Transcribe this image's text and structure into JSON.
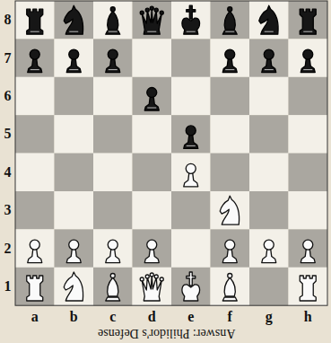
{
  "diagram": {
    "labels": [
      "8",
      "7",
      "6",
      "5",
      "4",
      "3",
      "2",
      "1",
      "a",
      "b",
      "c",
      "d",
      "e",
      "f",
      "g",
      "h",
      "Answer: Philidor's Defense"
    ]
  }
}
